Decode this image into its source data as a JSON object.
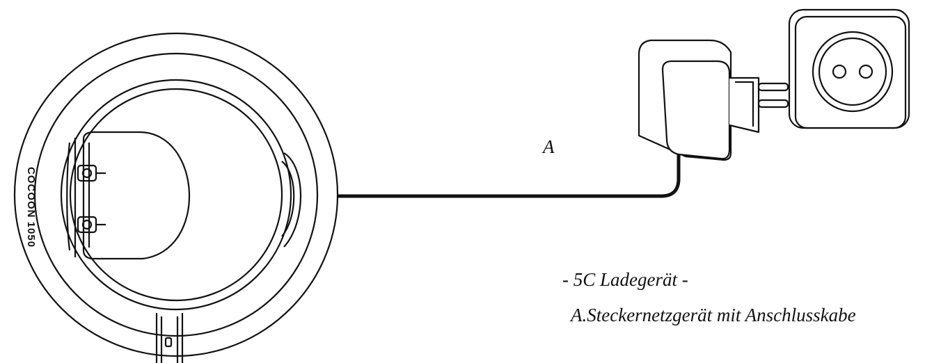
{
  "labels": {
    "cable_marker": "A",
    "caption_title": "- 5C Ladegerät -",
    "caption_item": "A.Steckernetzgerät mit Anschlusskabe"
  },
  "device": {
    "brand_text": "COCOON 1050"
  },
  "colors": {
    "line": "#111111",
    "background": "#ffffff"
  }
}
